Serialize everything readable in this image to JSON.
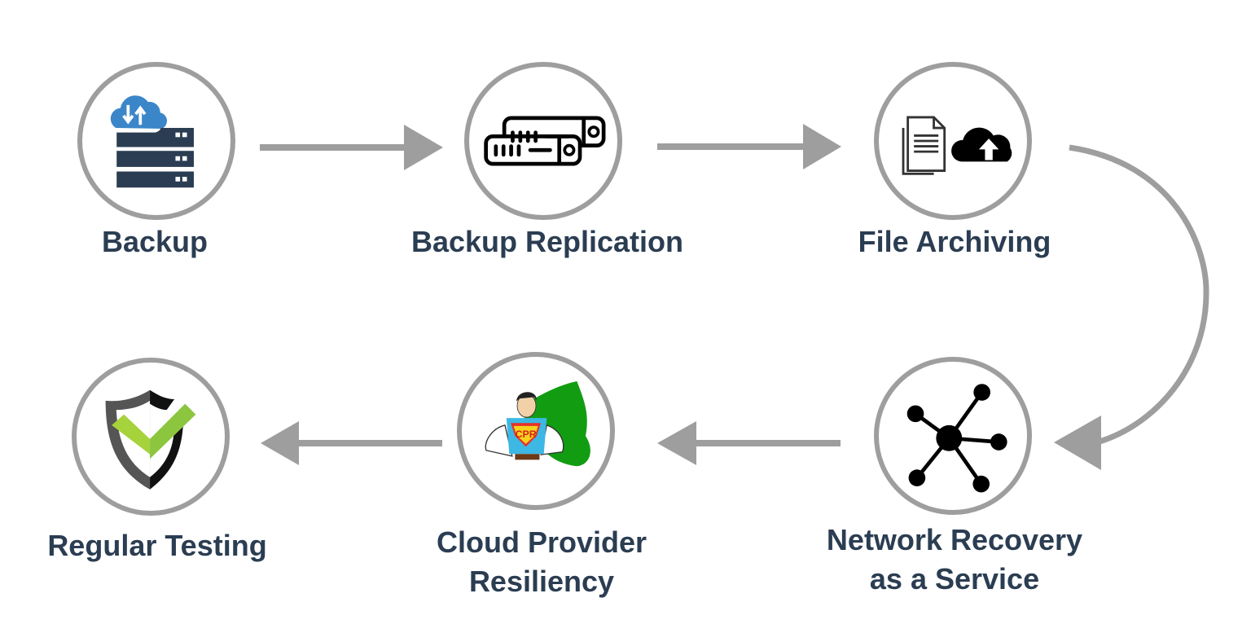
{
  "diagram": {
    "type": "process-flow",
    "colors": {
      "label_text": "#2b3d52",
      "ring": "#9e9e9e",
      "arrow": "#9e9e9e",
      "backup_cloud": "#3b86c9",
      "server_dark": "#2b3d52",
      "check_green": "#8cc63f",
      "cape_green": "#129c12"
    },
    "steps": [
      {
        "id": "backup",
        "label": "Backup",
        "icon": "cloud-server-icon"
      },
      {
        "id": "backup-replication",
        "label": "Backup Replication",
        "icon": "server-stack-icon"
      },
      {
        "id": "file-archiving",
        "label": "File Archiving",
        "icon": "document-cloud-upload-icon"
      },
      {
        "id": "network-recovery",
        "label_lines": [
          "Network Recovery",
          "as a Service"
        ],
        "icon": "network-hub-icon"
      },
      {
        "id": "cloud-provider-resiliency",
        "label_lines": [
          "Cloud Provider",
          "Resiliency"
        ],
        "icon": "superhero-cpr-icon",
        "icon_text": "CPR"
      },
      {
        "id": "regular-testing",
        "label": "Regular Testing",
        "icon": "shield-check-icon"
      }
    ],
    "connections": [
      {
        "from": "backup",
        "to": "backup-replication",
        "direction": "right"
      },
      {
        "from": "backup-replication",
        "to": "file-archiving",
        "direction": "right"
      },
      {
        "from": "file-archiving",
        "to": "network-recovery",
        "direction": "curved-down"
      },
      {
        "from": "network-recovery",
        "to": "cloud-provider-resiliency",
        "direction": "left"
      },
      {
        "from": "cloud-provider-resiliency",
        "to": "regular-testing",
        "direction": "left"
      }
    ]
  }
}
